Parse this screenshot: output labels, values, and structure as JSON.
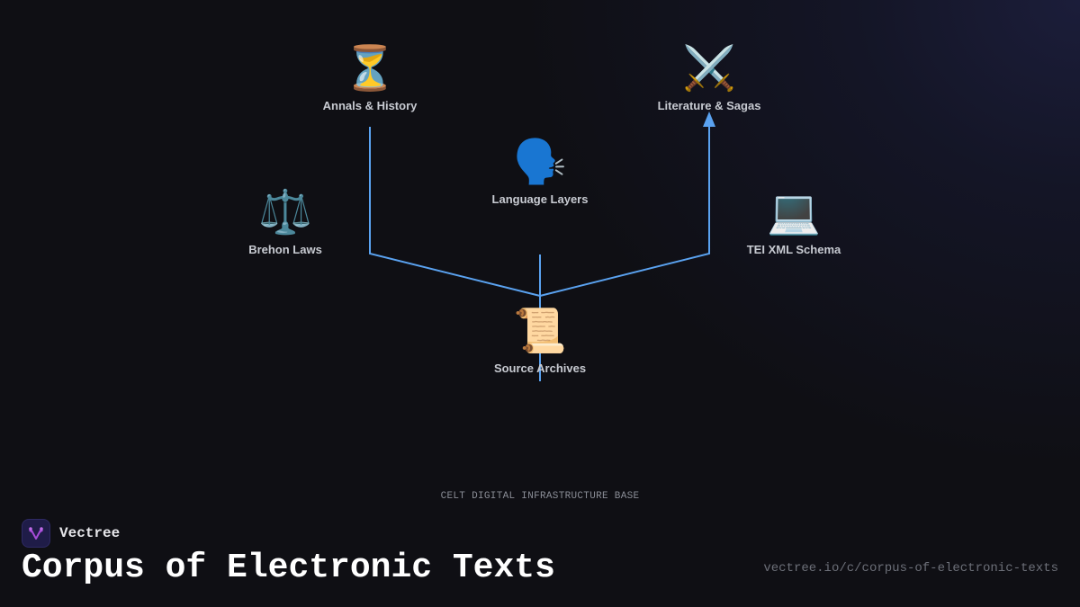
{
  "diagram": {
    "caption": "CELT DIGITAL INFRASTRUCTURE BASE",
    "edge_color": "#5aa2f0",
    "nodes": [
      {
        "id": "annals",
        "label": "Annals & History",
        "icon": "hourglass-icon",
        "glyph": "⏳"
      },
      {
        "id": "literature",
        "label": "Literature & Sagas",
        "icon": "crossed-swords-icon",
        "glyph": "⚔️"
      },
      {
        "id": "language",
        "label": "Language Layers",
        "icon": "speaking-head-icon",
        "glyph": "🗣️"
      },
      {
        "id": "brehon",
        "label": "Brehon Laws",
        "icon": "balance-scale-icon",
        "glyph": "⚖️"
      },
      {
        "id": "tei",
        "label": "TEI XML Schema",
        "icon": "laptop-icon",
        "glyph": "💻"
      },
      {
        "id": "source",
        "label": "Source Archives",
        "icon": "scroll-icon",
        "glyph": "📜"
      }
    ],
    "edges": [
      {
        "from": "source",
        "to": "annals",
        "arrow": false
      },
      {
        "from": "source",
        "to": "literature",
        "arrow": true
      },
      {
        "from": "source",
        "to": "language",
        "arrow": false
      }
    ]
  },
  "footer": {
    "brand_name": "Vectree",
    "title": "Corpus of Electronic Texts",
    "url": "vectree.io/c/corpus-of-electronic-texts",
    "brand_color": "#a64bd8"
  }
}
